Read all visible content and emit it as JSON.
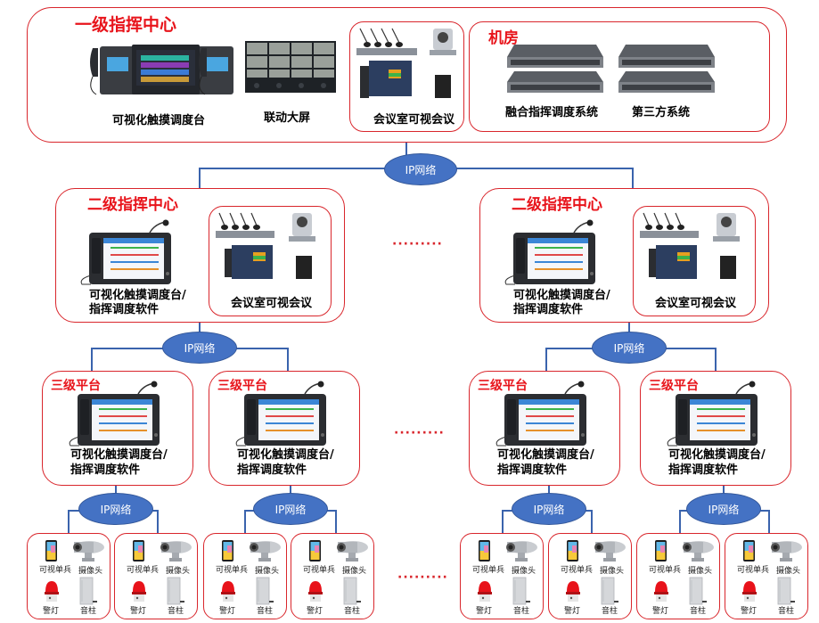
{
  "level1": {
    "title": "一级指挥中心",
    "devices": {
      "console_label": "可视化触摸调度台",
      "videowall_label": "联动大屏",
      "conference_label": "会议室可视会议"
    },
    "server_room": {
      "title": "机房",
      "systems": [
        "融合指挥调度系统",
        "第三方系统"
      ]
    }
  },
  "network_label": "IP网络",
  "level2": [
    {
      "title": "二级指挥中心",
      "console_label_1": "可视化触摸调度台/",
      "console_label_2": "指挥调度软件",
      "conference_label": "会议室可视会议"
    },
    {
      "title": "二级指挥中心",
      "console_label_1": "可视化触摸调度台/",
      "console_label_2": "指挥调度软件",
      "conference_label": "会议室可视会议"
    }
  ],
  "level3": [
    {
      "title": "三级平台",
      "console_label_1": "可视化触摸调度台/",
      "console_label_2": "指挥调度软件"
    },
    {
      "title": "三级平台",
      "console_label_1": "可视化触摸调度台/",
      "console_label_2": "指挥调度软件"
    },
    {
      "title": "三级平台",
      "console_label_1": "可视化触摸调度台/",
      "console_label_2": "指挥调度软件"
    },
    {
      "title": "三级平台",
      "console_label_1": "可视化触摸调度台/",
      "console_label_2": "指挥调度软件"
    }
  ],
  "terminals": {
    "items": [
      "可视单兵",
      "摄像头",
      "警灯",
      "音柱"
    ]
  },
  "ellipsis": "·········",
  "colors": {
    "border": "#d9262c",
    "title": "#e8141b",
    "network": "#4472c4",
    "line": "#3a63ad"
  }
}
